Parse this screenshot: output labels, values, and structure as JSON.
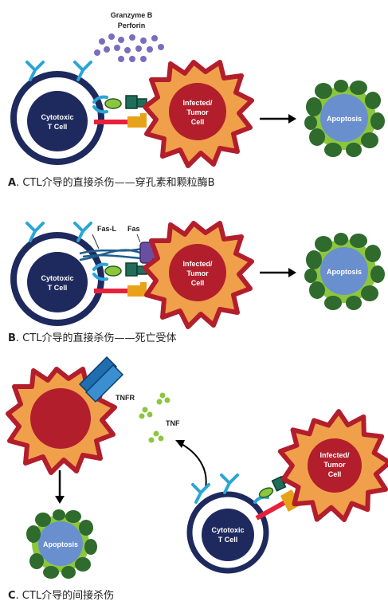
{
  "panel_a": {
    "granzyme_label": "Granzyme B",
    "perforin_label": "Perforin",
    "ctl_label": [
      "Cytotoxic",
      "T Cell"
    ],
    "tumor_label": [
      "Infected/",
      "Tumor",
      "Cell"
    ],
    "apoptosis_label": "Apoptosis",
    "caption_letter": "A",
    "caption_text": ". CTL介导的直接杀伤——穿孔素和颗粒酶B"
  },
  "panel_b": {
    "fasl_label": "Fas-L",
    "fas_label": "Fas",
    "ctl_label": [
      "Cytotoxic",
      "T Cell"
    ],
    "tumor_label": [
      "Infected/",
      "Tumor",
      "Cell"
    ],
    "apoptosis_label": "Apoptosis",
    "caption_letter": "B",
    "caption_text": ". CTL介导的直接杀伤——死亡受体"
  },
  "panel_c": {
    "tnfr_label": "TNFR",
    "tnf_label": "TNF",
    "ctl_label": [
      "Cytotoxic",
      "T Cell"
    ],
    "tumor_label": [
      "Infected/",
      "Tumor",
      "Cell"
    ],
    "apoptosis_label": "Apoptosis",
    "caption_letter": "C",
    "caption_text": ". CTL介导的间接杀伤"
  },
  "colors": {
    "ctl_ring": "#1e2a5e",
    "receptor": "#2aa5d6",
    "tumor_body": "#f0a04a",
    "tumor_border": "#b31e2c",
    "nucleus": "#b31e2c",
    "apoptotic_body": "#6a8fcf",
    "apoptotic_ring": "#8cc63f",
    "blebs": "#2f6b2c",
    "granules": "#7b6cc0",
    "tnf_dots": "#8cc63f",
    "mhc": "#e8a21a",
    "tcr_link": "#e8213a"
  }
}
